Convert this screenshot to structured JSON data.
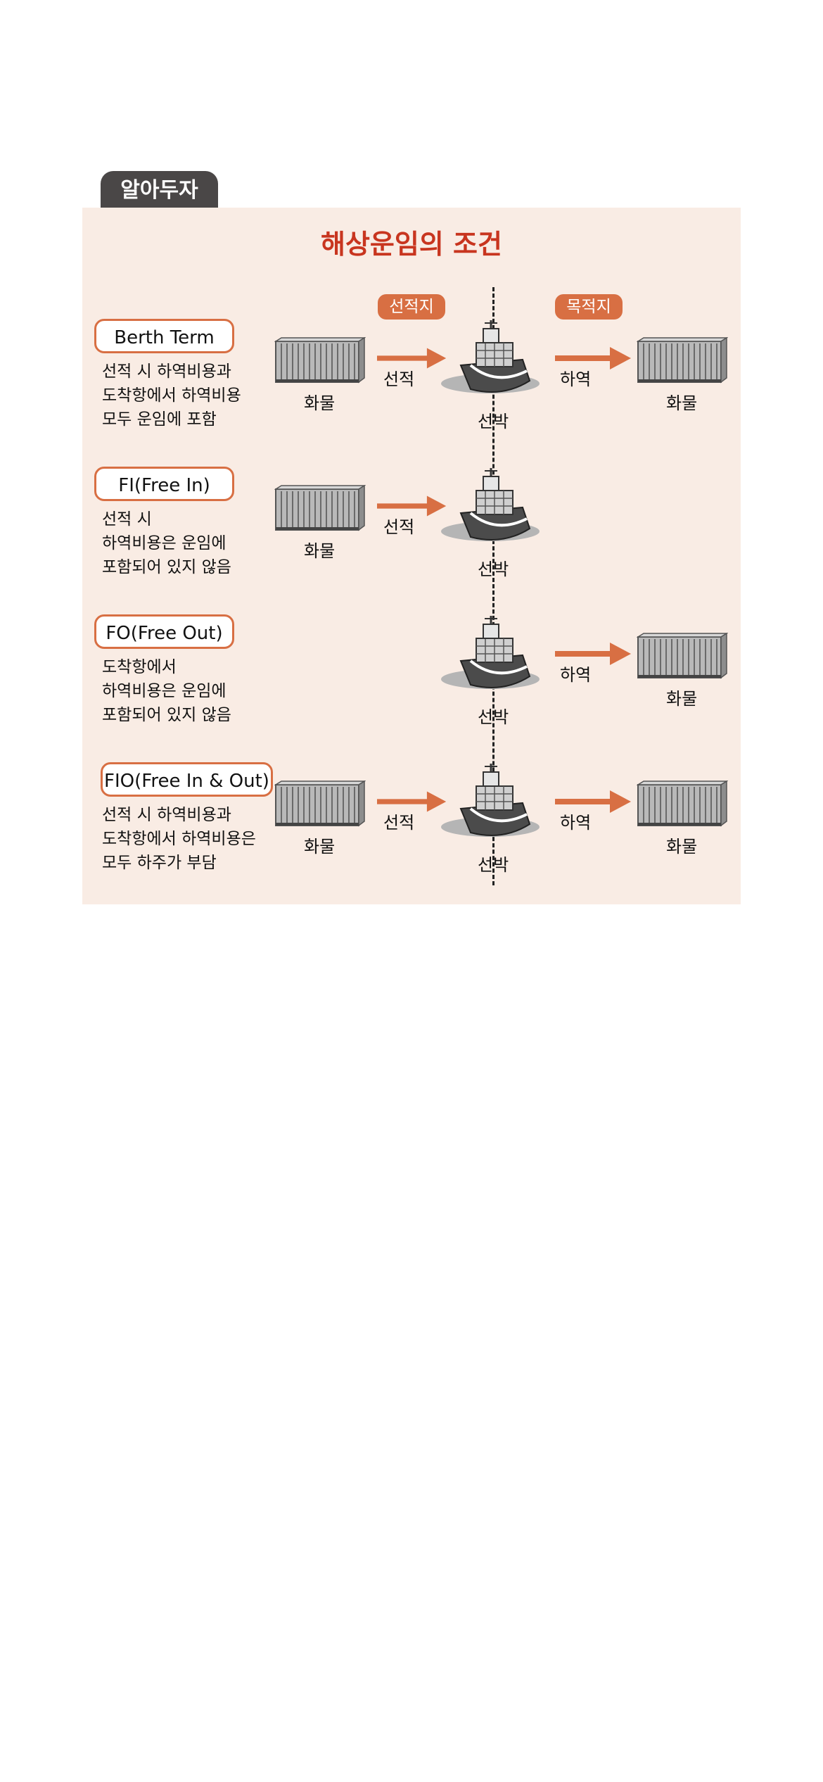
{
  "tab_label": "알아두자",
  "title": "해상운임의 조건",
  "badges": {
    "origin": "선적지",
    "destination": "목적지"
  },
  "labels": {
    "cargo": "화물",
    "ship": "선박",
    "loading": "선적",
    "unloading": "하역"
  },
  "rows": [
    {
      "term": "Berth Term",
      "desc": [
        "선적 시 하역비용과",
        "도착항에서 하역비용",
        "모두 운임에 포함"
      ]
    },
    {
      "term": "FI(Free In)",
      "desc": [
        "선적 시",
        "하역비용은 운임에",
        "포함되어 있지 않음"
      ]
    },
    {
      "term": "FO(Free Out)",
      "desc": [
        "도착항에서",
        "하역비용은 운임에",
        "포함되어 있지 않음"
      ]
    },
    {
      "term": "FIO(Free In & Out)",
      "desc": [
        "선적 시 하역비용과",
        "도착항에서 하역비용은",
        "모두 하주가 부담"
      ]
    }
  ],
  "colors": {
    "accent": "#d86f43",
    "title": "#c8351f",
    "panel": "#f9ece4",
    "tab": "#4a4747"
  }
}
